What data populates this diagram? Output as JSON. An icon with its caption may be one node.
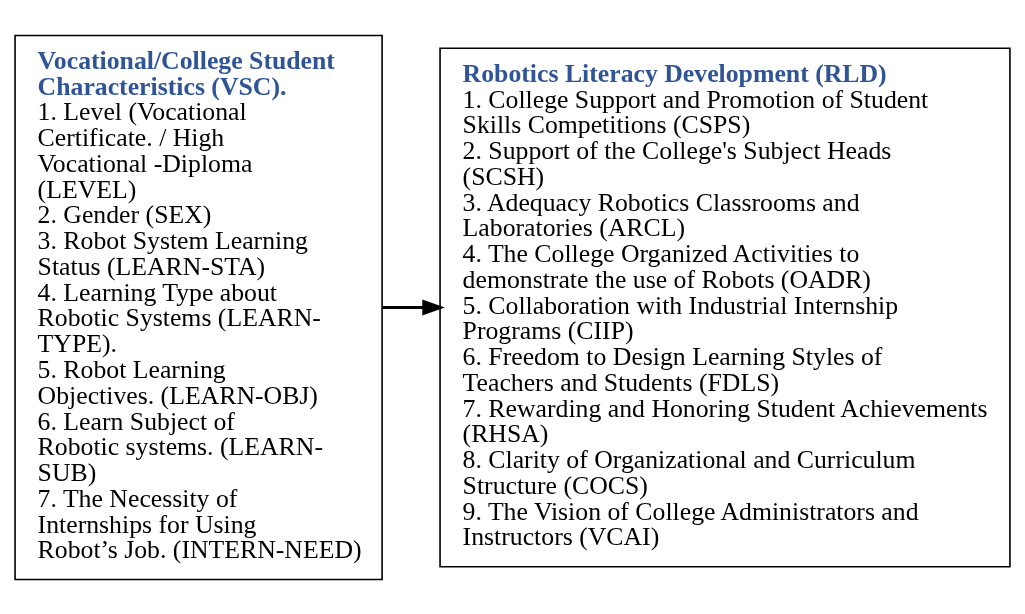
{
  "diagram": {
    "nodes": [
      {
        "text": [
          "Vocational/College Student Characteristics (VSC).",
          "1. Level (Vocational Certificate. / High Vocational -Diploma (LEVEL)",
          "2. Gender (SEX)",
          "3. Robot System Learning Status (LEARN-STA)",
          "4. Learning Type about Robotic Systems (LEARN-TYPE).",
          "5. Robot Learning Objectives. (LEARN-OBJ)",
          "6. Learn Subject of Robotic systems. (LEARN-SUB)",
          "7. The Necessity of Internships for Using Robot’s Job. (INTERN-NEED)"
        ]
      },
      {
        "text": [
          "Robotics Literacy Development (RLD)",
          "1. College Support and Promotion of Student Skills Competitions (CSPS)",
          "2. Support of the College's Subject Heads (SCSH)",
          "3. Adequacy Robotics Classrooms and Laboratories (ARCL)",
          "4. The College Organized Activities to demonstrate the use of Robots (OADR)",
          "5. Collaboration with Industrial Internship Programs (CIIP)",
          "6. Freedom to Design Learning Styles of Teachers and Students (FDLS)",
          "7. Rewarding and Honoring Student Achievements (RHSA)",
          "8. Clarity of Organizational and Curriculum Structure (COCS)",
          "9. The Vision of College Administrators and Instructors (VCAI)"
        ]
      }
    ],
    "edges": [
      {
        "from": 0,
        "to": 1,
        "arrow": "to"
      }
    ]
  }
}
